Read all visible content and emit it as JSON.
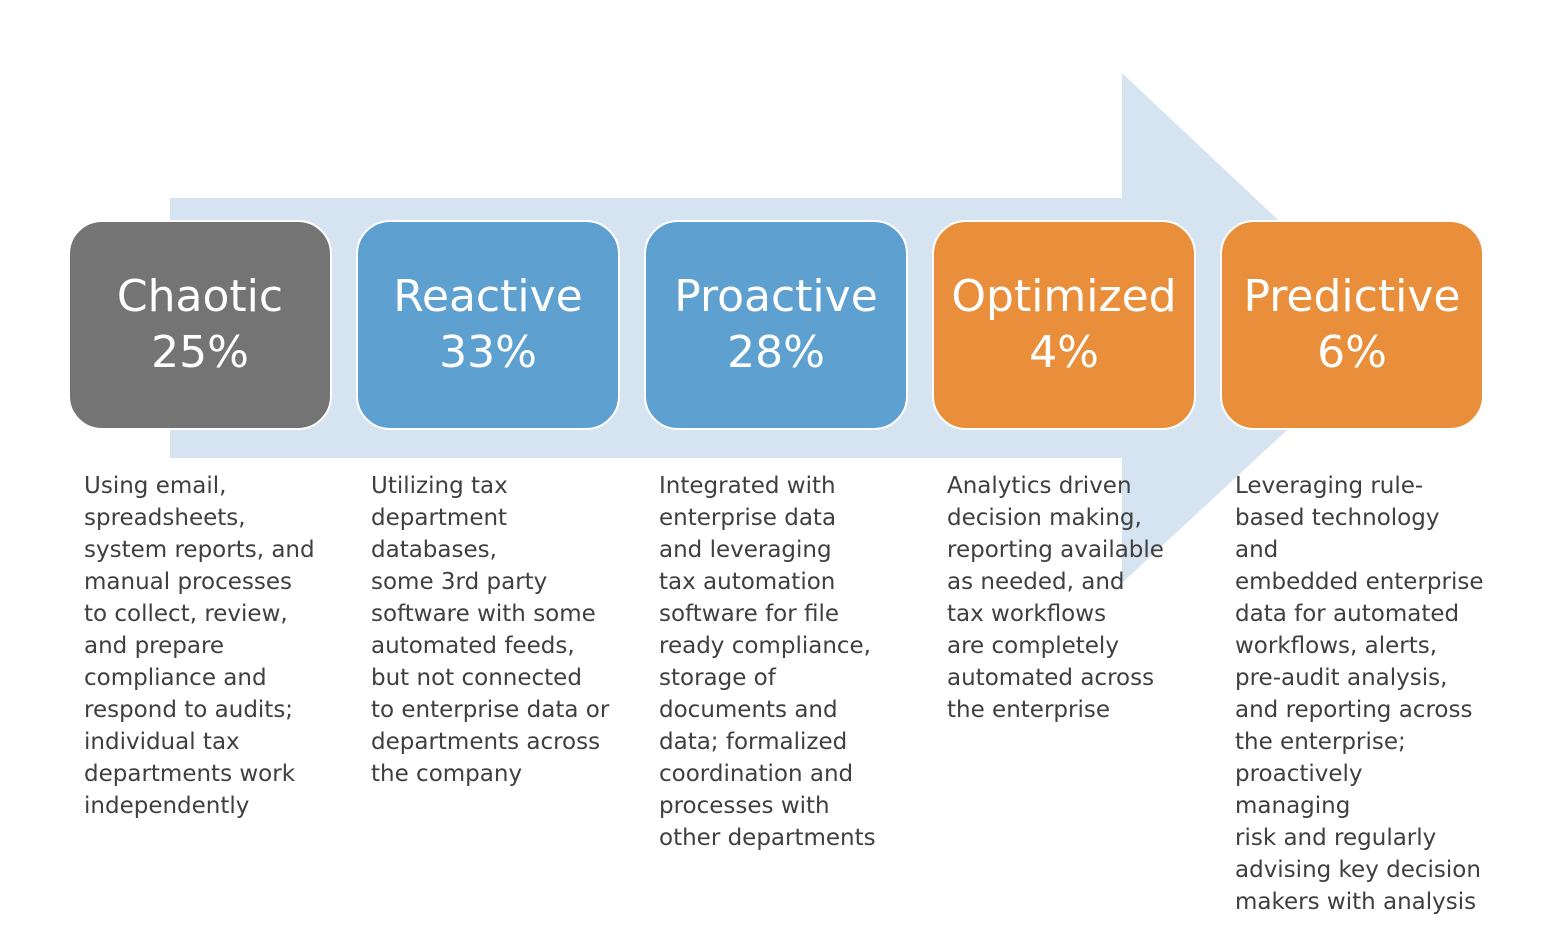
{
  "colors": {
    "arrow": "#d6e3f0",
    "text": "#3f3f3f"
  },
  "stages": [
    {
      "name": "Chaotic",
      "percent": "25%",
      "color": "#747474",
      "description": "Using email,\nspreadsheets,\nsystem reports, and\nmanual processes\nto collect, review,\nand prepare\ncompliance and\nrespond to audits;\nindividual tax\ndepartments work\nindependently"
    },
    {
      "name": "Reactive",
      "percent": "33%",
      "color": "#5ea1d0",
      "description": "Utilizing tax\ndepartment\ndatabases,\nsome 3rd party\nsoftware with some\nautomated feeds,\nbut not connected\nto enterprise data or\ndepartments across\nthe company"
    },
    {
      "name": "Proactive",
      "percent": "28%",
      "color": "#5ea1d0",
      "description": "Integrated with\nenterprise data\nand leveraging\ntax automation\nsoftware for file\nready compliance,\nstorage of\ndocuments and\ndata; formalized\ncoordination and\nprocesses with\nother departments"
    },
    {
      "name": "Optimized",
      "percent": "4%",
      "color": "#e98f3c",
      "description": "Analytics driven\ndecision making,\nreporting available\nas needed, and\ntax workflows\nare completely\nautomated across\nthe enterprise"
    },
    {
      "name": "Predictive",
      "percent": "6%",
      "color": "#e98f3c",
      "description": "Leveraging rule-\nbased technology and\nembedded enterprise\ndata for automated\nworkflows, alerts,\npre-audit analysis,\nand reporting across\nthe enterprise;\nproactively managing\nrisk and regularly\nadvising key decision\nmakers with analysis"
    }
  ]
}
